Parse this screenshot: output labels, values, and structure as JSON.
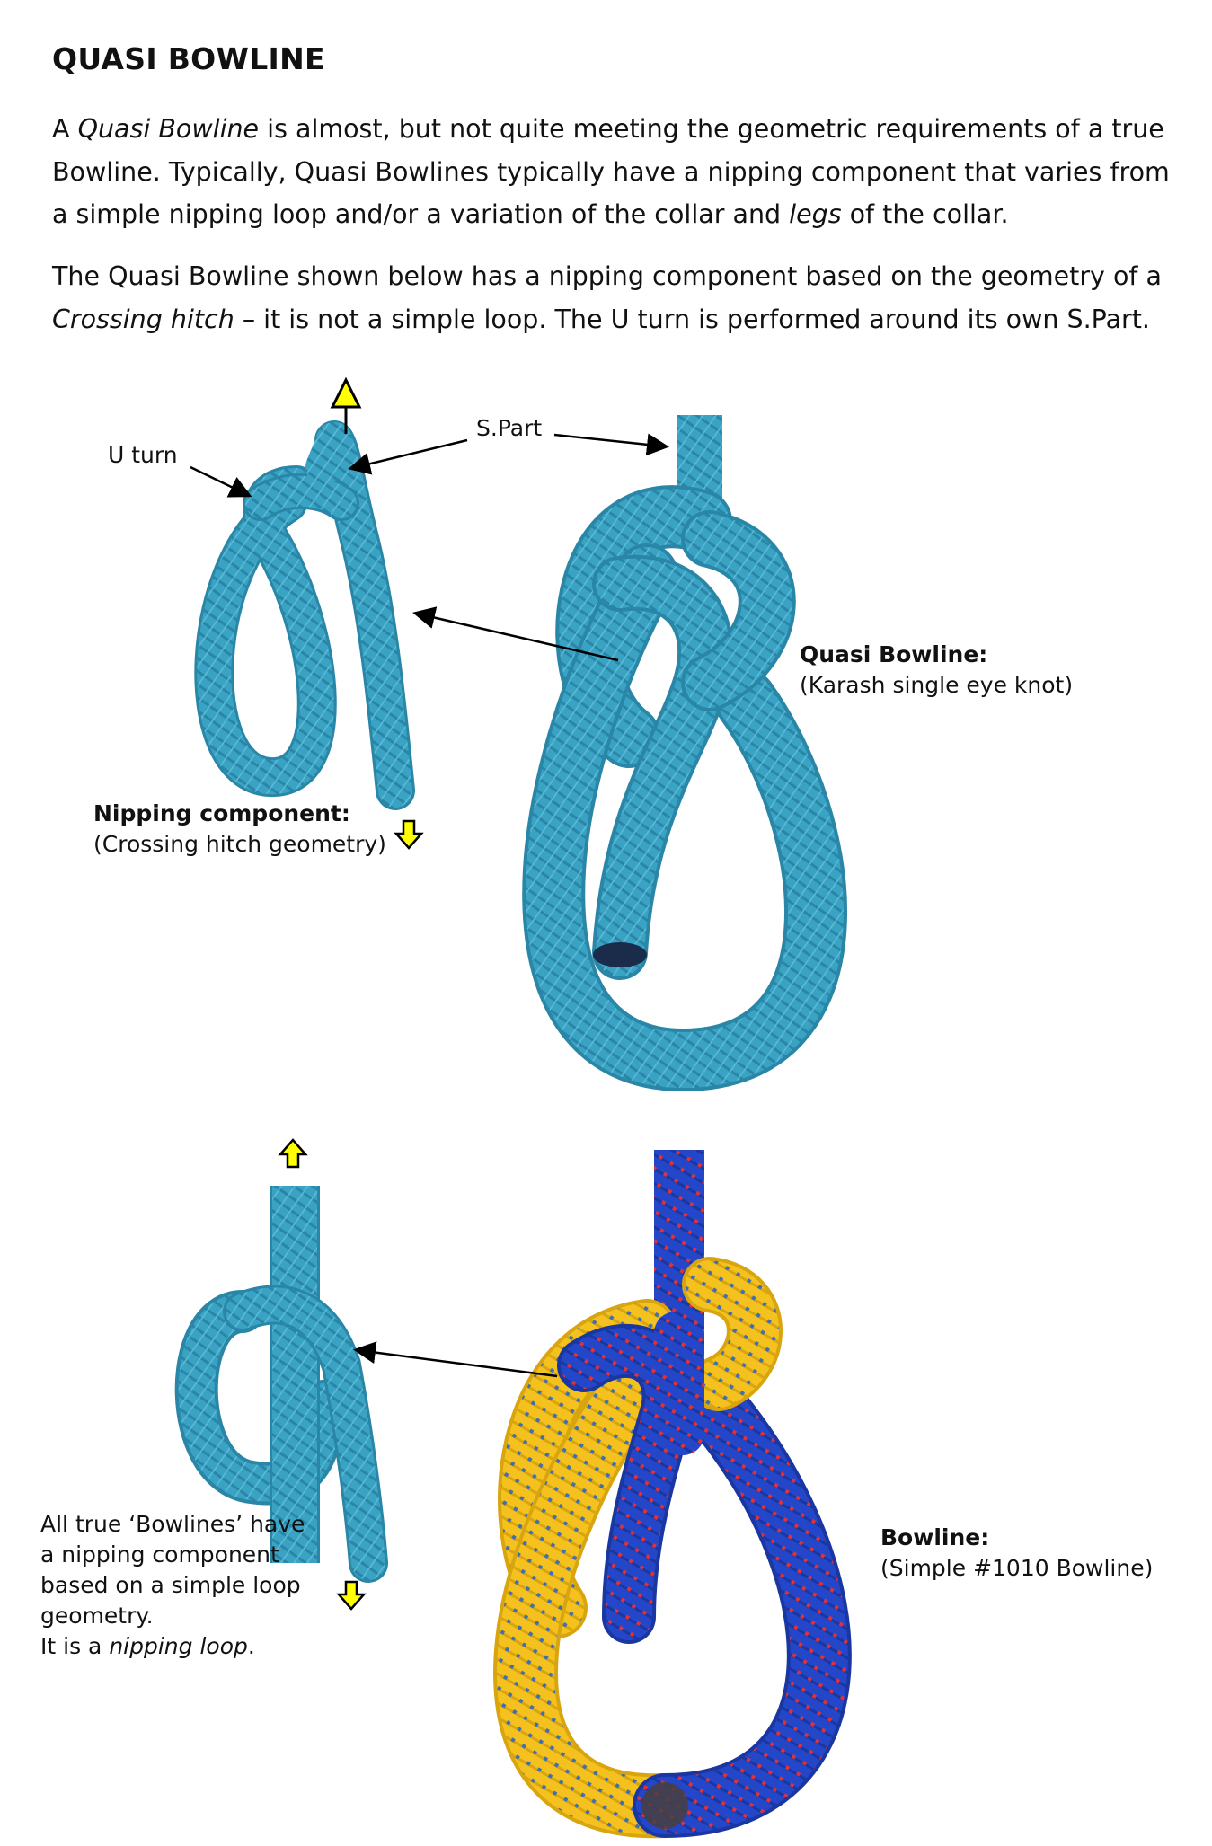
{
  "title": "QUASI BOWLINE",
  "intro": {
    "p1": {
      "t1": "A ",
      "em1": "Quasi Bowline",
      "t2": " is almost, but not quite meeting the geometric requirements of a true Bowline. Typically, Quasi Bowlines typically have a nipping component that varies from a simple nipping loop and/or a variation of the collar and ",
      "em2": "legs",
      "t3": " of the collar."
    },
    "p2": {
      "t1": "The Quasi Bowline shown below has a nipping component based on the geometry of a ",
      "em1": "Crossing hitch",
      "t2": " – it is not a simple loop. The U turn is performed around its own S.Part."
    }
  },
  "figure1": {
    "u_turn": "U turn",
    "s_part": "S.Part",
    "nipping_title": "Nipping component:",
    "nipping_sub": "(Crossing hitch geometry)",
    "quasi_title": "Quasi Bowline:",
    "quasi_sub": "(Karash single eye knot)"
  },
  "figure2": {
    "note_line1": "All true ‘Bowlines’ have",
    "note_line2": "a nipping component",
    "note_line3": "based on a simple loop",
    "note_line4": "geometry.",
    "note_line5_t1": "It is a ",
    "note_line5_em": "nipping loop",
    "note_line5_t2": ".",
    "bowline_title": "Bowline:",
    "bowline_sub": "(Simple #1010 Bowline)"
  },
  "colors": {
    "rope_teal": "#3aa3c4",
    "rope_teal_dark": "#2a86a6",
    "rope_yellow": "#f4c11e",
    "rope_blue": "#2447c9",
    "arrow_yellow": "#ffff00",
    "arrow_black": "#000000"
  }
}
